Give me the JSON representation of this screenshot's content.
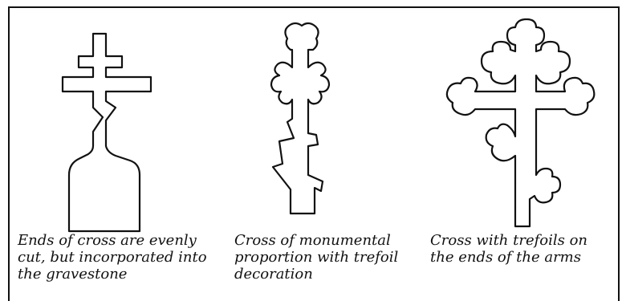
{
  "figures": [
    {
      "caption_lines": [
        "Ends of cross are evenly",
        "cut, but incorporated into",
        "the gravestone"
      ],
      "icon": "plain-cross-gravestone-icon"
    },
    {
      "caption_lines": [
        "Cross of monumental",
        "proportion with trefoil",
        "decoration"
      ],
      "icon": "monumental-trefoil-cross-icon"
    },
    {
      "caption_lines": [
        "Cross with trefoils on",
        "the ends of the arms"
      ],
      "icon": "trefoil-ended-cross-icon"
    }
  ]
}
